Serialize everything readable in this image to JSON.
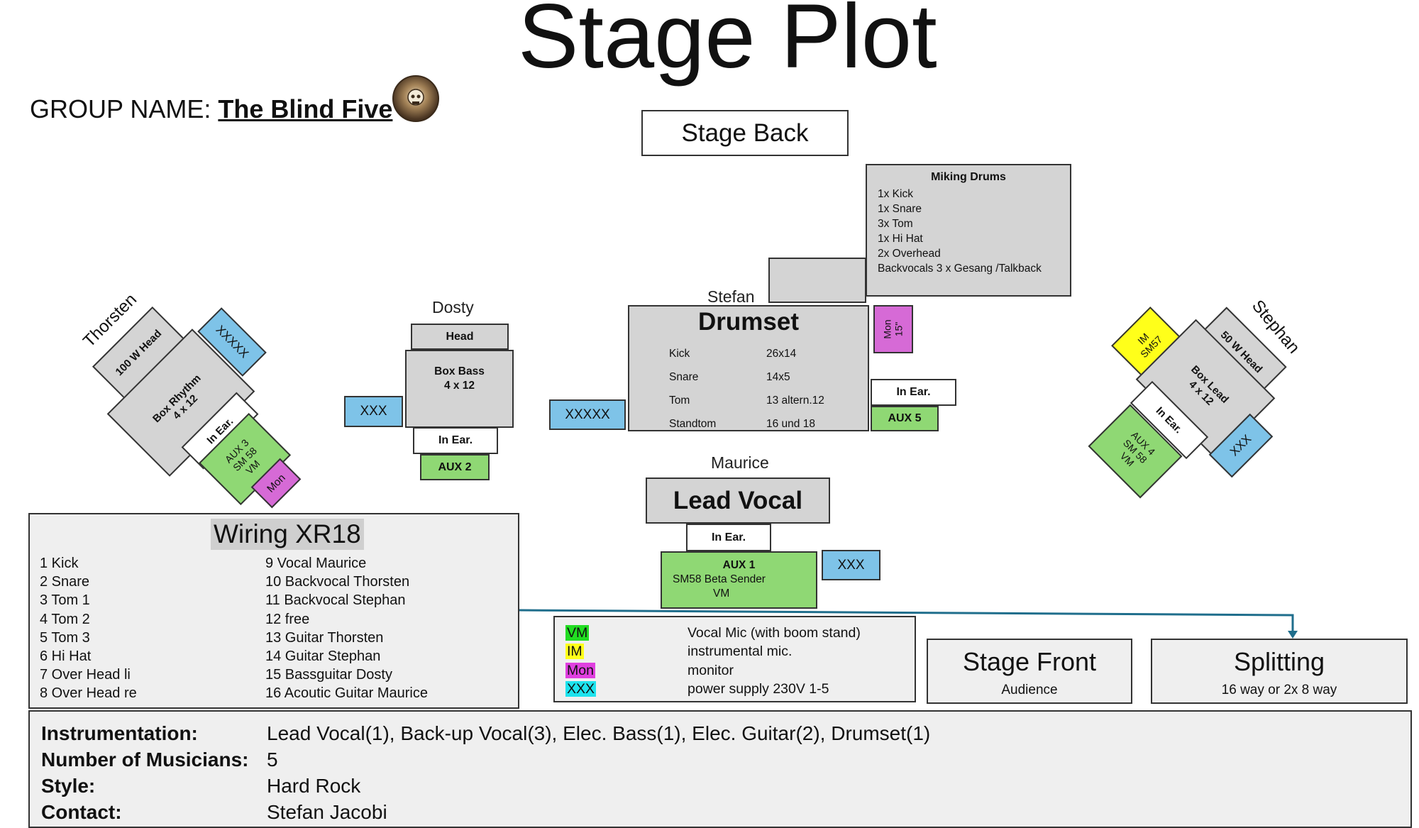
{
  "title": "Stage Plot",
  "group": {
    "label": "GROUP NAME:",
    "name": "The Blind Five"
  },
  "stage_back": "Stage Back",
  "miking_drums": {
    "title": "Miking Drums",
    "items": [
      "1x Kick",
      "1x Snare",
      "3x Tom",
      "1x Hi Hat",
      "2x Overhead",
      "Backvocals 3 x Gesang /Talkback"
    ]
  },
  "musicians": {
    "thorsten": "Thorsten",
    "dosty": "Dosty",
    "stefan": "Stefan",
    "maurice": "Maurice",
    "stephan": "Stephan"
  },
  "thorsten": {
    "head": "100 W Head",
    "box": "Box Rhythm\n4 x 12",
    "power": "XXXXX",
    "inear": "In Ear.",
    "aux": "AUX 3\nSM 58\nVM",
    "mon": "Mon"
  },
  "dosty": {
    "head": "Head",
    "box": "Box Bass\n4 x 12",
    "power": "XXX",
    "inear": "In Ear.",
    "aux": "AUX 2"
  },
  "drums": {
    "title": "Drumset",
    "rows": [
      {
        "name": "Kick",
        "size": "26x14"
      },
      {
        "name": "Snare",
        "size": "14x5"
      },
      {
        "name": "Tom",
        "size": "13  altern.12"
      },
      {
        "name": "Standtom",
        "size": "16 und 18"
      }
    ],
    "power": "XXXXX",
    "mon": "Mon\n15\"",
    "inear": "In Ear.",
    "aux": "AUX 5"
  },
  "stephan": {
    "im": "IM\nSM57",
    "head": "50 W Head",
    "box": "Box Lead\n4 x 12",
    "inear": "In Ear.",
    "aux": "AUX 4\nSM 58\nVM",
    "power": "XXX"
  },
  "maurice": {
    "box": "Lead Vocal",
    "inear": "In Ear.",
    "aux_title": "AUX 1",
    "aux_sub": "SM58 Beta Sender",
    "aux_vm": "VM",
    "power": "XXX"
  },
  "wiring": {
    "title": "Wiring XR18",
    "left": [
      "1 Kick",
      "2 Snare",
      "3 Tom 1",
      "4 Tom 2",
      "5 Tom 3",
      "6 Hi Hat",
      "7 Over Head li",
      "8 Over Head re"
    ],
    "right": [
      "9  Vocal Maurice",
      "10 Backvocal Thorsten",
      "11 Backvocal Stephan",
      "12 free",
      "13 Guitar Thorsten",
      "14 Guitar Stephan",
      "15 Bassguitar Dosty",
      "16 Acoutic Guitar Maurice"
    ]
  },
  "legend": [
    {
      "key": "VM",
      "color": "#22dd22",
      "desc": "Vocal Mic (with boom stand)"
    },
    {
      "key": "IM",
      "color": "#ffff1a",
      "desc": "instrumental mic."
    },
    {
      "key": "Mon",
      "color": "#e040e0",
      "desc": "monitor"
    },
    {
      "key": "XXX",
      "color": "#1ee3ee",
      "desc": "power supply 230V 1-5"
    }
  ],
  "stage_front": {
    "title": "Stage Front",
    "sub": "Audience"
  },
  "splitting": {
    "title": "Splitting",
    "sub": "16 way or 2x 8 way"
  },
  "info": [
    {
      "label": "Instrumentation:",
      "value": "Lead Vocal(1), Back-up Vocal(3), Elec. Bass(1), Elec. Guitar(2), Drumset(1)"
    },
    {
      "label": "Number of Musicians:",
      "value": "5"
    },
    {
      "label": "Style:",
      "value": "Hard Rock"
    },
    {
      "label": "Contact:",
      "value": "Stefan Jacobi"
    }
  ]
}
